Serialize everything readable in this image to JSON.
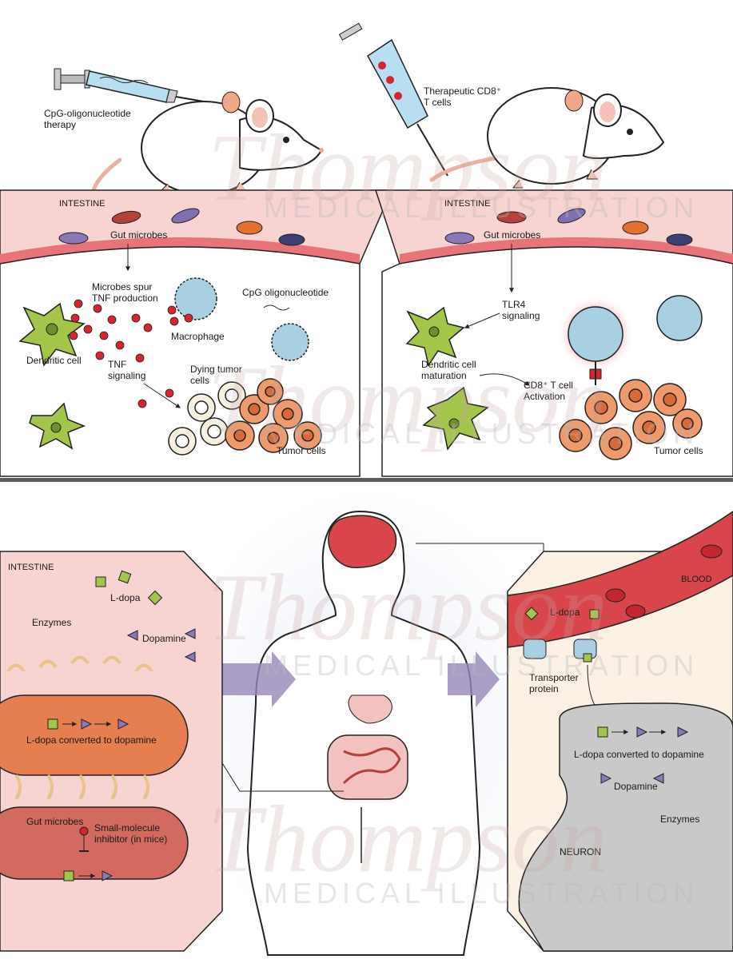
{
  "top_left": {
    "syringe_label_line1": "CpG-oligonucleotide",
    "syringe_label_line2": "therapy",
    "intestine_label": "INTESTINE",
    "gut_microbes": "Gut microbes",
    "microbes_spur_line1": "Microbes spur",
    "microbes_spur_line2": "TNF production",
    "cpg_oligo": "CpG oligonucleotide",
    "macrophage": "Macrophage",
    "dendritic_cell": "Dendritic cell",
    "tnf_line1": "TNF",
    "tnf_line2": "signaling",
    "dying_line1": "Dying tumor",
    "dying_line2": "cells",
    "tumor_cells": "Tumor cells"
  },
  "top_right": {
    "syringe_label_line1": "Therapeutic CD8⁺",
    "syringe_label_line2": "T cells",
    "intestine_label": "INTESTINE",
    "gut_microbes": "Gut microbes",
    "tlr4_line1": "TLR4",
    "tlr4_line2": "signaling",
    "dc_mat_line1": "Dendritic cell",
    "dc_mat_line2": "maturation",
    "cd8_line1": "CD8⁺ T cell",
    "cd8_line2": "Activation",
    "tumor_cells": "Tumor cells"
  },
  "bottom_left": {
    "intestine_label": "INTESTINE",
    "ldopa": "L-dopa",
    "enzymes": "Enzymes",
    "dopamine": "Dopamine",
    "converted": "L-dopa converted to dopamine",
    "gut_microbes": "Gut microbes",
    "inhibitor_line1": "Small-molecule",
    "inhibitor_line2": "inhibitor (in mice)"
  },
  "bottom_right": {
    "blood": "BLOOD",
    "ldopa": "L-dopa",
    "transporter_line1": "Transporter",
    "transporter_line2": "protein",
    "converted": "L-dopa converted to dopamine",
    "dopamine": "Dopamine",
    "enzymes": "Enzymes",
    "neuron": "NEURON"
  },
  "watermark": {
    "script": "Thompson",
    "line": "MEDICAL ILLUSTRATION"
  },
  "colors": {
    "intestine": "#f7d3d2",
    "intestine_band": "#e8747a",
    "dendritic": "#a3c64a",
    "tnf_dot": "#d8242f",
    "macrophage": "#a9cfe2",
    "tumor": "#ee9a6a",
    "blood": "#d8464c",
    "bacterium": "#e67f4f",
    "neuron": "#c9c9c9",
    "divider": "#5e5e5e",
    "arrow": "#9687b8"
  }
}
